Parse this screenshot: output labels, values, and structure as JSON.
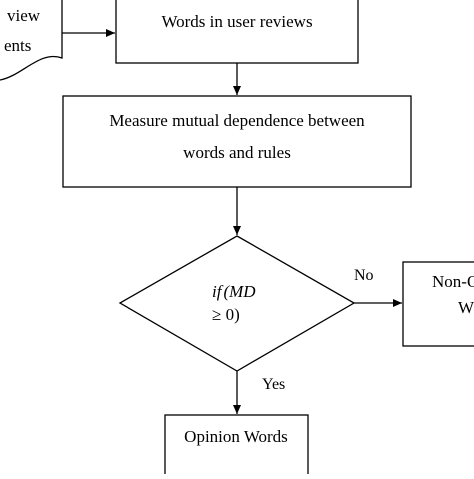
{
  "diagram": {
    "input_doc": {
      "line1": "view",
      "line2": "ents"
    },
    "words_box": {
      "label": "Words in user reviews"
    },
    "measure_box": {
      "line1": "Measure mutual dependence between",
      "line2": "words and rules"
    },
    "decision": {
      "line1_if": "if",
      "line1_expr": "(MD",
      "line2": "≥ 0)"
    },
    "no_label": "No",
    "yes_label": "Yes",
    "non_opinion_box": {
      "line1": "Non-O",
      "line2": "W"
    },
    "opinion_box": {
      "label": "Opinion Words"
    }
  },
  "colors": {
    "stroke": "#000000",
    "background": "#ffffff",
    "text": "#000000"
  }
}
